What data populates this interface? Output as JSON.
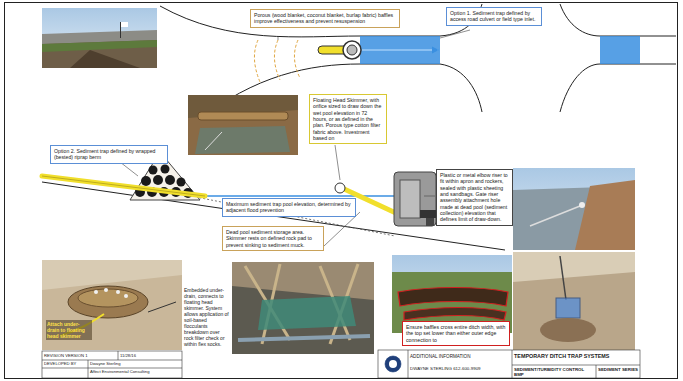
{
  "diagram": {
    "title": "TEMPORARY DITCH TRAP SYSTEMS",
    "nodes": [
      {
        "text": [
          "Porous (wood blanket, coconut blanket, burlap fabric) baffles improve effectiveness and prevent resuspension"
        ]
      },
      {
        "text": [
          "Option 1. Sediment trap defined by access road culvert or field type inlet."
        ]
      },
      {
        "text": [
          "Option 2. Sediment trap defined by wrapped (bested) riprap berm"
        ]
      },
      {
        "text": [
          "Floating Head Skimmer, with orifice sized to draw down the wet pool elevation in 72 hours, or as defined in the plan. Porous type cotton filter fabric above. Investment based on"
        ]
      },
      {
        "text": [
          "Maximum sediment trap pool elevation, determined by adjacent flood prevention"
        ]
      },
      {
        "text": [
          "Dead pool sediment storage area. Skimmer rests on defined rock pad to prevent sinking to sediment muck."
        ]
      },
      {
        "text": [
          "Plastic or metal elbow riser to fit within apron and rockers, sealed with plastic sheeting and sandbags. Gate riser assembly attachment hole made at dead pool (sediment collection) elevation that defines limit of draw-down."
        ]
      },
      {
        "text": [
          "Ensure baffles cross entire ditch width, with the top set lower than either outer edge connection to"
        ]
      }
    ],
    "labels": [
      "Attach under-drain to floating head skimmer",
      "Embedded under-drain, connects to floating head skimmer. System allows application of soil-based flocculants breakdown over rock filter check or within flex socks.",
      "ADDITIONAL INFORMATION",
      "DWAYNE STERLING 612-600-9909",
      "SEDIMENT/TURBIDITY CONTROL BMP",
      "SEDIMENT SERIES",
      "REVISION VERSION 1",
      "11/28/16",
      "DEVELOPED BY",
      "Dwayne Sterling",
      "Affect Environmental Consulting"
    ]
  }
}
